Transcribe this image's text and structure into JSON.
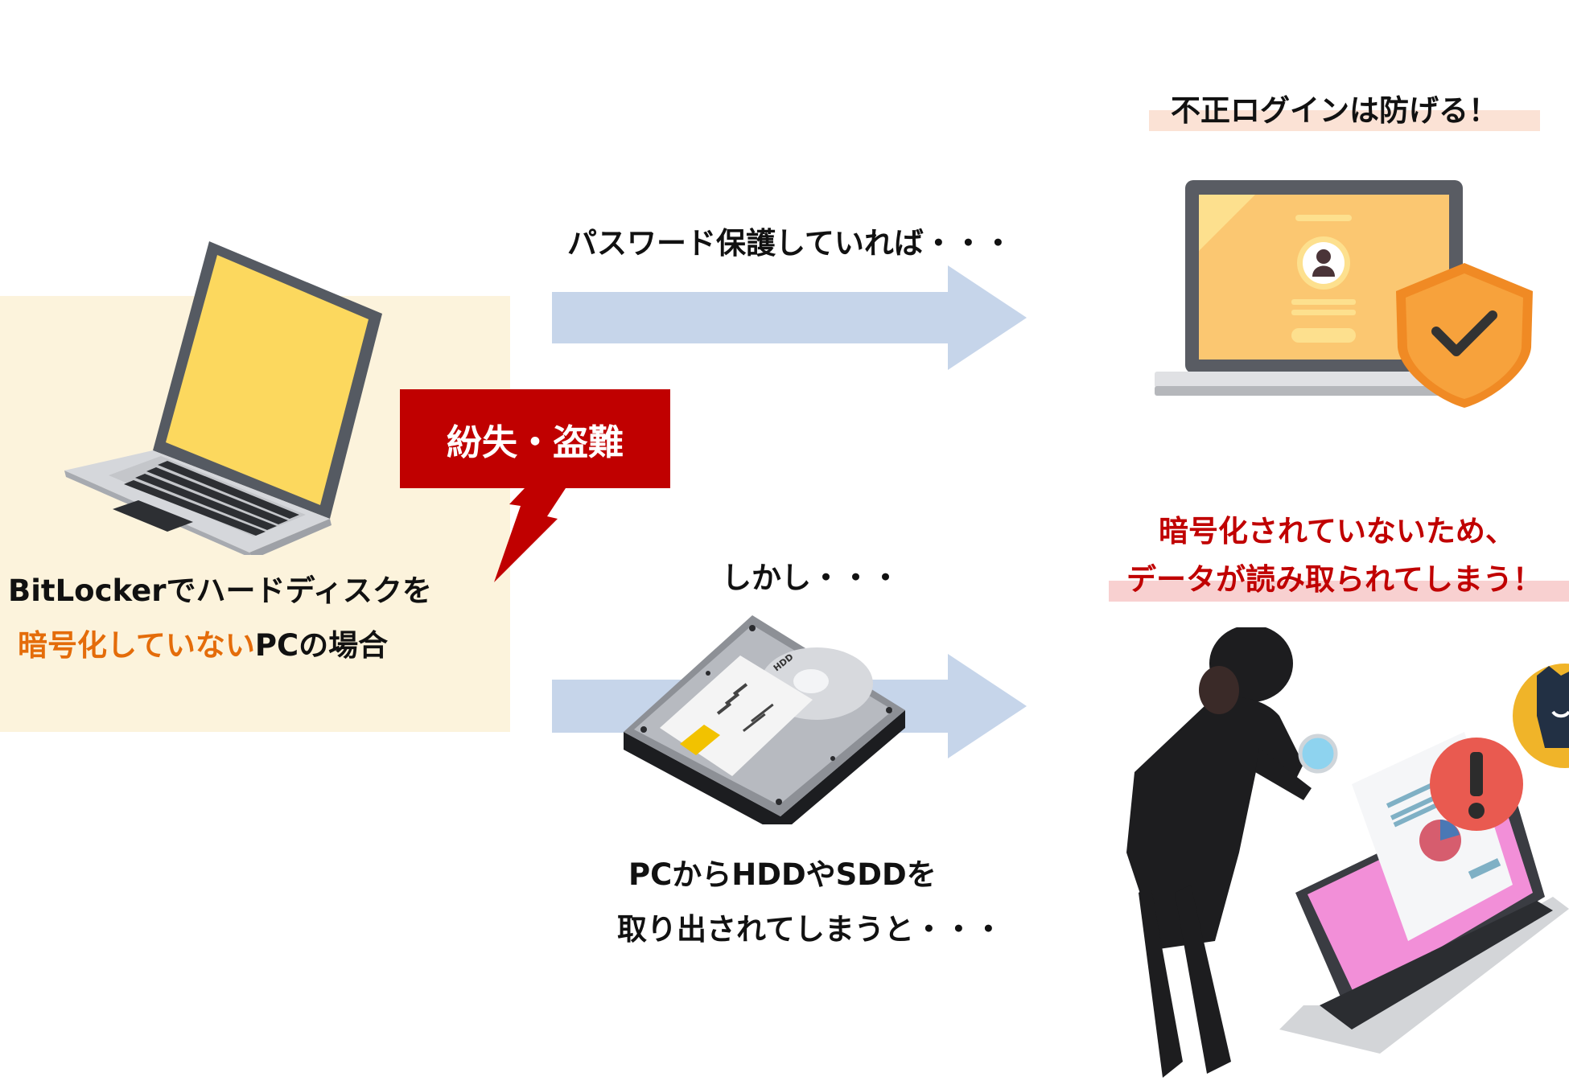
{
  "left_case": {
    "line1": "BitLockerでハードディスクを",
    "line2_highlight": "暗号化していない",
    "line2_rest": "PCの場合"
  },
  "callout": {
    "label": "紛失・盗難"
  },
  "top_path": {
    "caption": "パスワード保護していれば・・・",
    "result": "不正ログインは防げる！"
  },
  "bottom_path": {
    "caption_top": "しかし・・・",
    "caption_bottom_1": "PCからHDDやSDDを",
    "caption_bottom_2": "取り出されてしまうと・・・",
    "result_1": "暗号化されていないため、",
    "result_2": "データが読み取られてしまう！",
    "hdd_label": "HDD"
  },
  "colors": {
    "panel": "#fcf3dc",
    "arrow": "#c6d5ea",
    "callout": "#c00000",
    "warning_text": "#c00000",
    "emphasis": "#e46c0a",
    "highlight_good": "#fbe2d5",
    "highlight_bad": "#f8d0d0"
  }
}
